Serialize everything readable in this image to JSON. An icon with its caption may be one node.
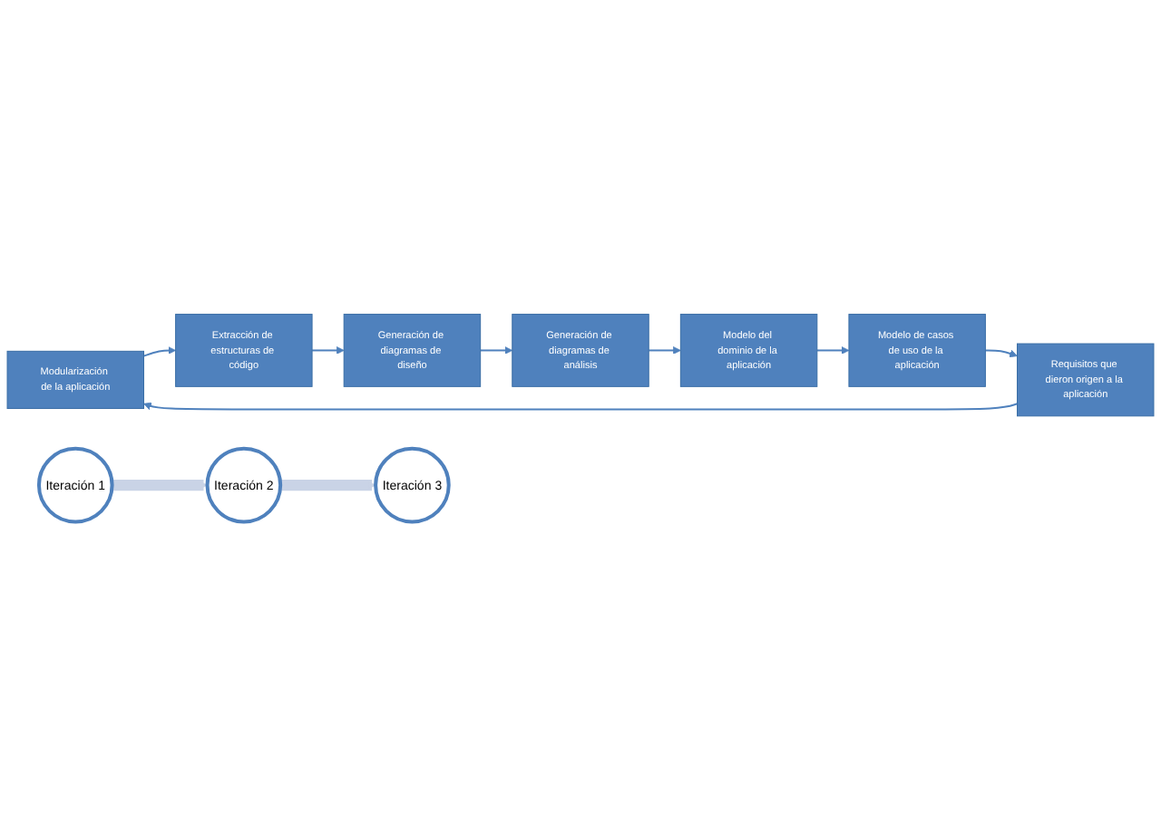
{
  "diagram": {
    "nodes": [
      {
        "text": [
          "Modularización de la aplicación"
        ]
      },
      {
        "text": [
          "Extracción de estructuras de código"
        ]
      },
      {
        "text": [
          "Generación de diagramas de diseño"
        ]
      },
      {
        "text": [
          "Generación de diagramas de análisis"
        ]
      },
      {
        "text": [
          "Modelo del dominio de la aplicación"
        ]
      },
      {
        "text": [
          "Modelo de casos de uso de la aplicación"
        ]
      },
      {
        "text": [
          "Requisitos que dieron origen a la aplicación"
        ]
      },
      {
        "text": [
          "Iteración 1"
        ]
      },
      {
        "text": [
          "Iteración 2"
        ]
      },
      {
        "text": [
          "Iteración 3"
        ]
      }
    ],
    "edges": [
      {
        "from": 0,
        "to": 1,
        "arrow": "to"
      },
      {
        "from": 1,
        "to": 2,
        "arrow": "to"
      },
      {
        "from": 2,
        "to": 3,
        "arrow": "to"
      },
      {
        "from": 3,
        "to": 4,
        "arrow": "to"
      },
      {
        "from": 4,
        "to": 5,
        "arrow": "to"
      },
      {
        "from": 5,
        "to": 6,
        "arrow": "to"
      },
      {
        "from": 6,
        "to": 0,
        "arrow": "to"
      },
      {
        "from": 7,
        "to": 8,
        "arrow": "to",
        "style": "thick",
        "color": "#c9d3e6"
      },
      {
        "from": 8,
        "to": 9,
        "arrow": "to",
        "style": "thick",
        "color": "#c9d3e6"
      }
    ]
  }
}
